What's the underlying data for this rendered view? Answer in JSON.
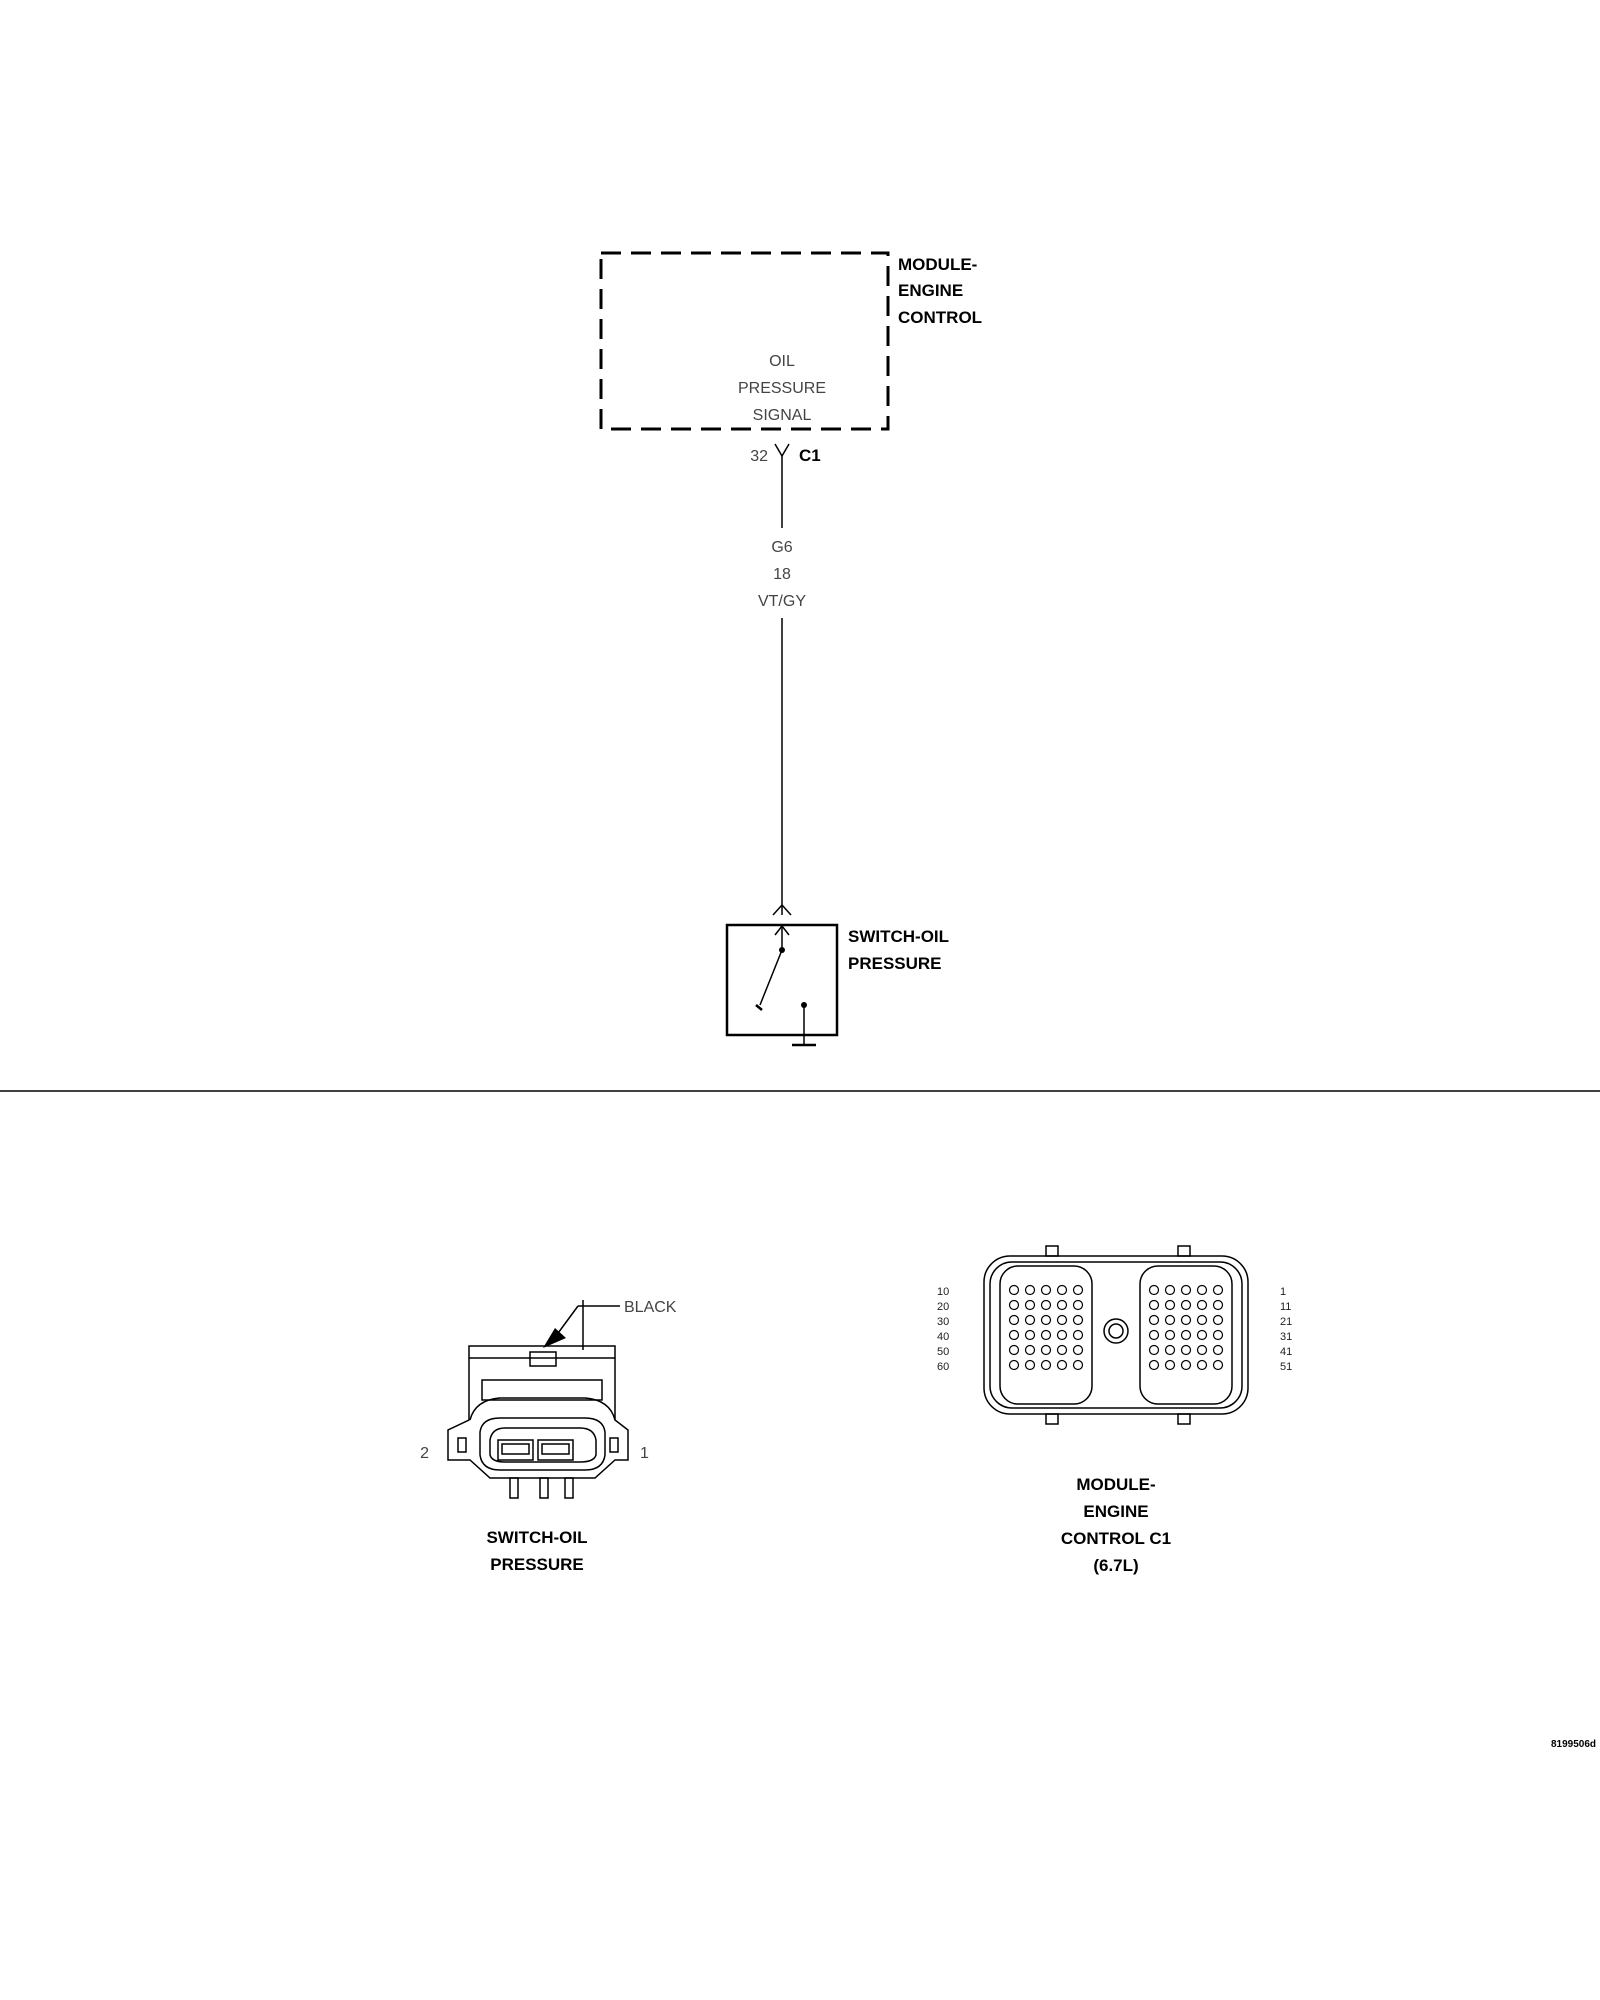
{
  "schematic": {
    "module": {
      "title_lines": [
        "MODULE-",
        "ENGINE",
        "CONTROL"
      ],
      "signal_lines": [
        "OIL",
        "PRESSURE",
        "SIGNAL"
      ]
    },
    "connector": {
      "pin": "32",
      "name": "C1"
    },
    "wire": {
      "circuit": "G6",
      "gauge": "18",
      "color": "VT/GY"
    },
    "switch": {
      "title_lines": [
        "SWITCH-OIL",
        "PRESSURE"
      ]
    }
  },
  "connector_views": {
    "switch_connector": {
      "color_callout": "BLACK",
      "pin_left": "2",
      "pin_right": "1",
      "caption_lines": [
        "SWITCH-OIL",
        "PRESSURE"
      ]
    },
    "ecm_connector": {
      "left_row_labels": [
        "10",
        "20",
        "30",
        "40",
        "50",
        "60"
      ],
      "right_row_labels": [
        "1",
        "11",
        "21",
        "31",
        "41",
        "51"
      ],
      "caption_lines": [
        "MODULE-",
        "ENGINE",
        "CONTROL C1",
        "(6.7L)"
      ]
    }
  },
  "figure_id": "8199506d"
}
